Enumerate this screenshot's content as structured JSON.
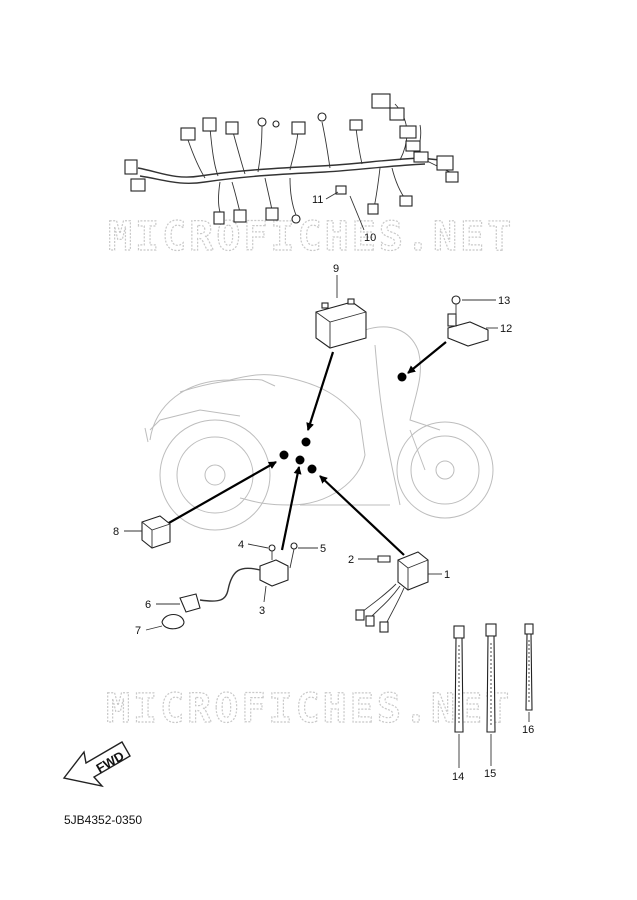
{
  "watermarks": [
    "MICROFICHES.NET",
    "MICROFICHES.NET"
  ],
  "callouts": {
    "c1": "1",
    "c2": "2",
    "c3": "3",
    "c4": "4",
    "c5": "5",
    "c6": "6",
    "c7": "7",
    "c8": "8",
    "c9": "9",
    "c10": "10",
    "c11": "11",
    "c12": "12",
    "c13": "13",
    "c14": "14",
    "c15": "15",
    "c16": "16"
  },
  "fwd_label": "FWD",
  "diagram_code": "5JB4352-0350"
}
